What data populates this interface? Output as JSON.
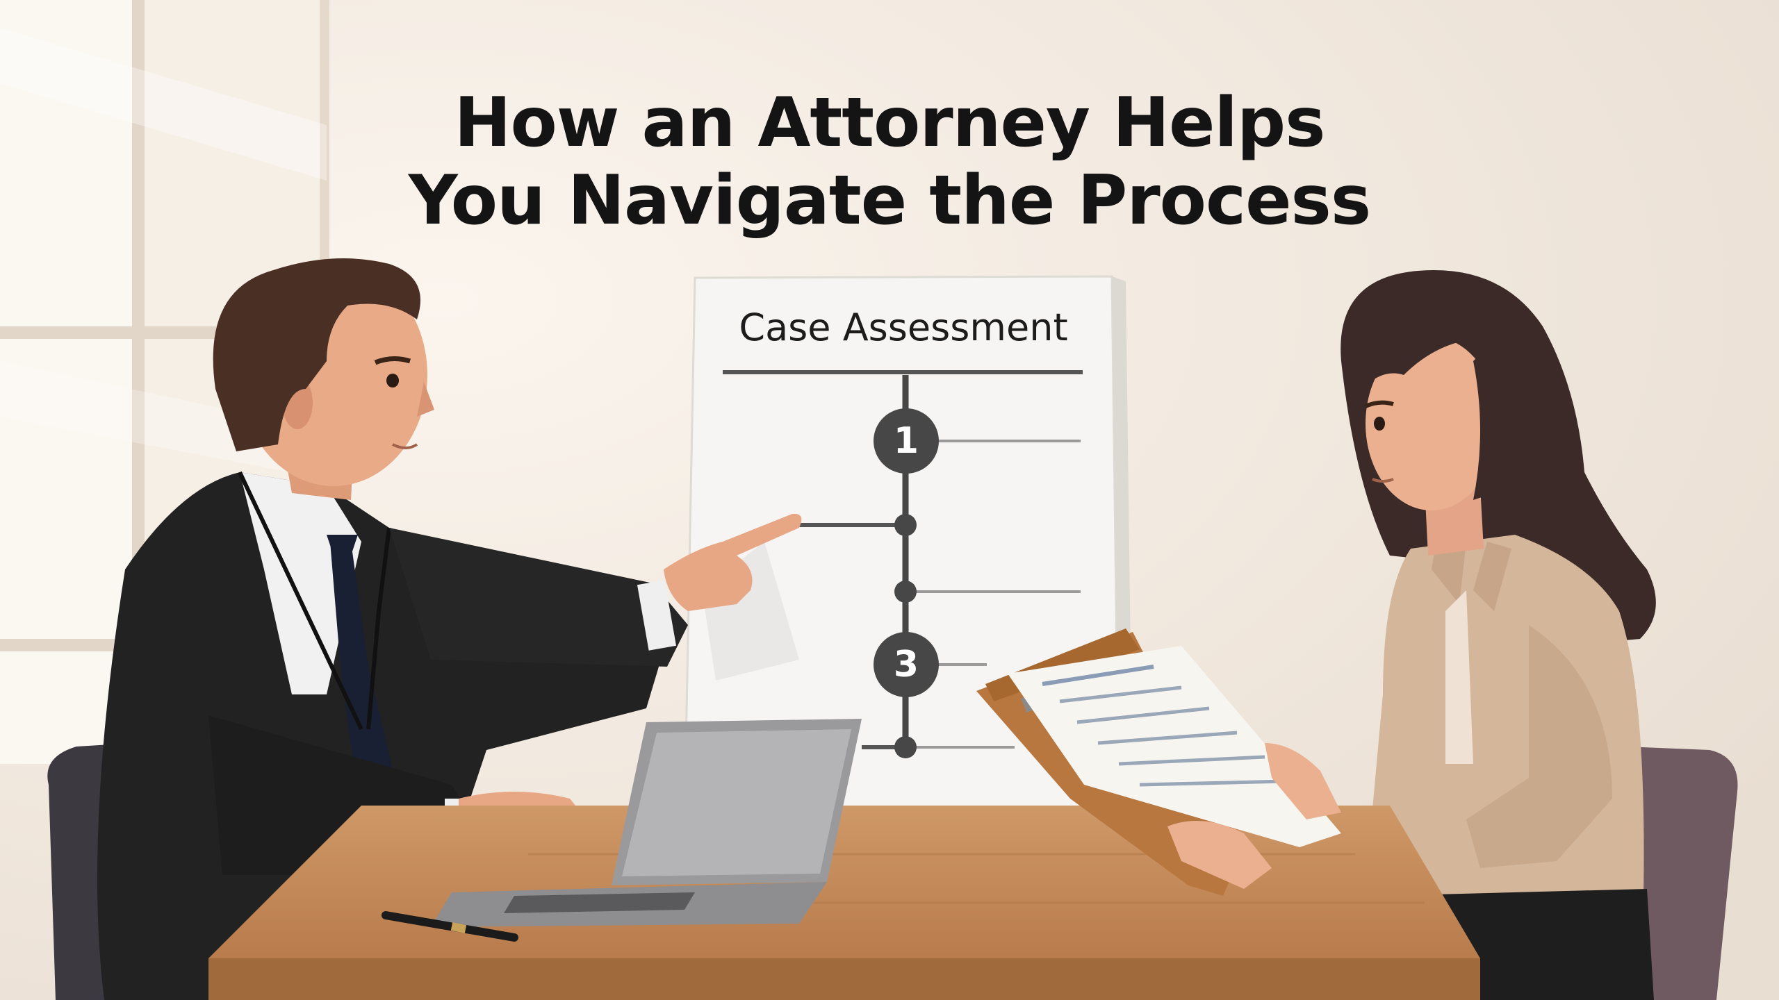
{
  "title": {
    "line1": "How an Attorney Helps",
    "line2": "You Navigate the Process"
  },
  "flipchart": {
    "heading": "Case Assessment",
    "steps": [
      "1",
      "3"
    ]
  },
  "colors": {
    "wall": "#efe6dc",
    "suit": "#222222",
    "desk": "#c58c5a",
    "clipboard": "#b8773e",
    "blouse": "#d4b69a",
    "step_marker": "#474747"
  },
  "icons": [
    "laptop-icon",
    "pen-icon",
    "clipboard-icon"
  ]
}
